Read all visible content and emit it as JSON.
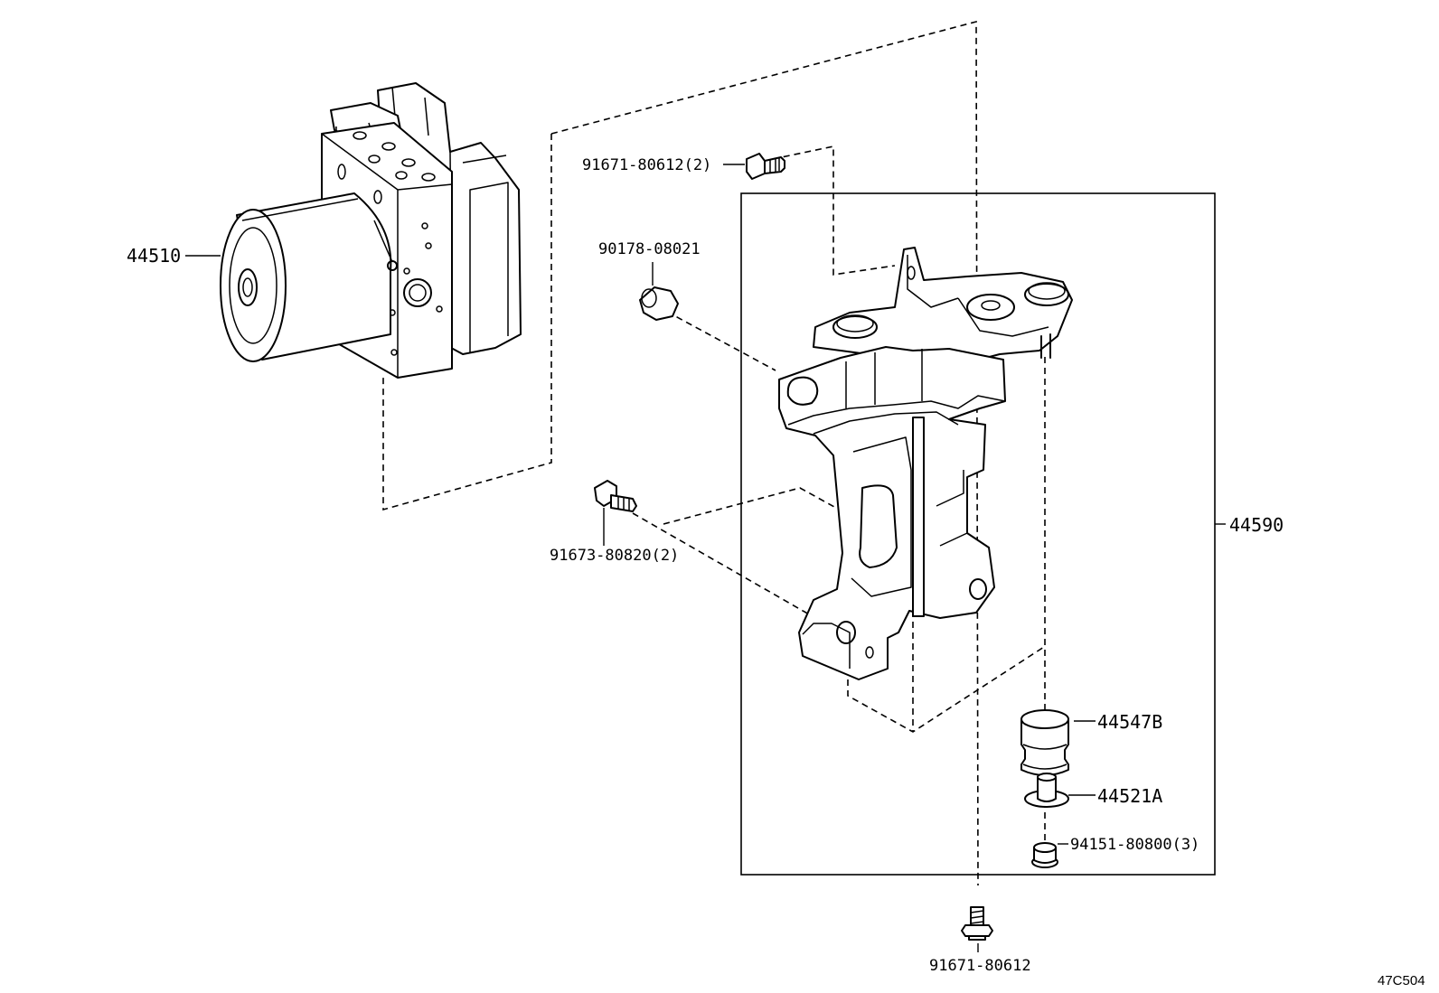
{
  "diagram": {
    "parts": {
      "p44510": "44510",
      "p44590": "44590",
      "p44547B": "44547B",
      "p44521A": "44521A",
      "p94151": "94151-80800(3)",
      "p90178": "90178-08021",
      "p91671_top": "91671-80612(2)",
      "p91673": "91673-80820(2)",
      "p91671_bottom": "91671-80612"
    },
    "drawing_code": "47C504"
  }
}
